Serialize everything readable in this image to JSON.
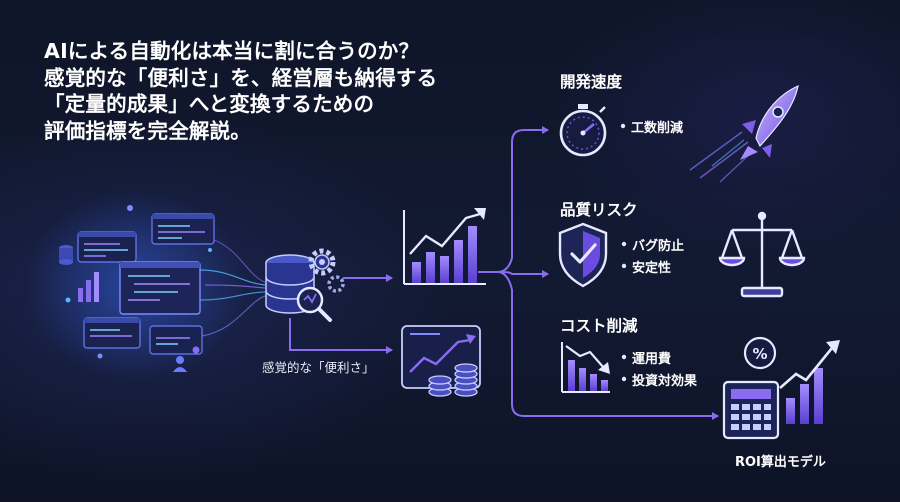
{
  "headline": {
    "lines": [
      "AIによる自動化は本当に割に合うのか？",
      "感覚的な「便利さ」を、経営層も納得する",
      "「定量的成果」へと変換するための",
      "評価指標を完全解説。"
    ]
  },
  "input_label": "感覚的な「便利さ」",
  "categories": [
    {
      "title": "開発速度",
      "items": [
        "工数削減"
      ]
    },
    {
      "title": "品質リスク",
      "items": [
        "バグ防止",
        "安定性"
      ]
    },
    {
      "title": "コスト削減",
      "items": [
        "運用費",
        "投資対効果"
      ]
    }
  ],
  "roi_label": "ROI算出モデル",
  "icons": [
    "code-windows-icon",
    "database-gear-icon",
    "bar-chart-up-icon",
    "chart-coins-icon",
    "stopwatch-icon",
    "rocket-icon",
    "shield-check-icon",
    "scales-icon",
    "chart-down-icon",
    "calculator-percent-icon"
  ],
  "colors": {
    "accent": "#8a6cf0",
    "accent_light": "#a48cff",
    "glow": "#59b6ff",
    "background": "#10162a"
  }
}
